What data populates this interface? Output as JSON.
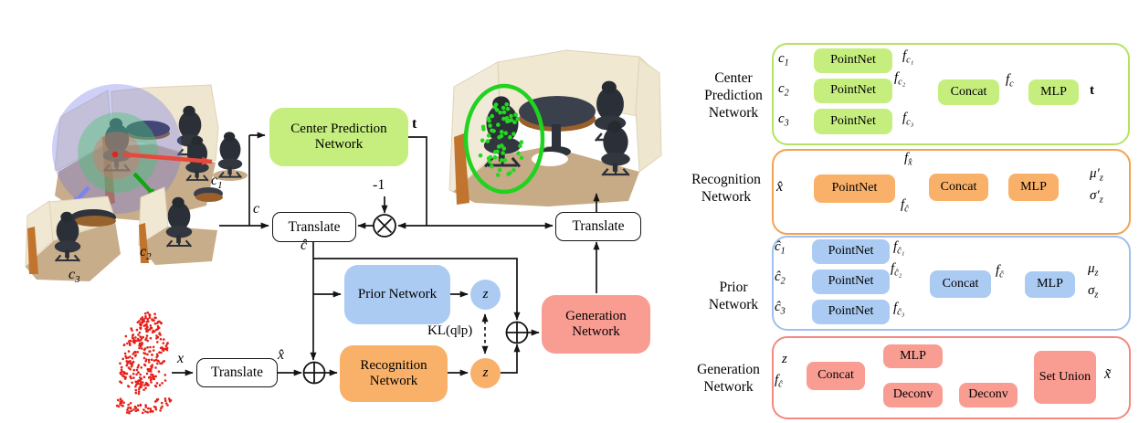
{
  "left": {
    "labels": {
      "c1": {
        "b": "c",
        "s": "1"
      },
      "c2": {
        "b": "c",
        "s": "2"
      },
      "c3": {
        "b": "c",
        "s": "3"
      },
      "x": {
        "b": "x"
      },
      "x_hat": {
        "b": "x̂"
      },
      "c": {
        "b": "c"
      },
      "c_hat": {
        "b": "ĉ"
      },
      "t": "t",
      "neg_one": "-1",
      "kl": "KL(q‖p)",
      "z": "z"
    },
    "boxes": {
      "center_prediction_lines": [
        "Center Prediction",
        "Network"
      ],
      "prior": "Prior Network",
      "recognition_lines": [
        "Recognition",
        "Network"
      ],
      "generation_lines": [
        "Generation",
        "Network"
      ]
    }
  },
  "blocks": {
    "pointnet": "PointNet",
    "concat": "Concat",
    "mlp": "MLP",
    "deconv": "Deconv",
    "set_union": "Set Union",
    "translate": "Translate"
  },
  "panels": [
    {
      "title_lines": [
        "Center",
        "Prediction",
        "Network"
      ],
      "inputs": [
        {
          "b": "c",
          "s": "1"
        },
        {
          "b": "c",
          "s": "2"
        },
        {
          "b": "c",
          "s": "3"
        }
      ],
      "feats": [
        {
          "b": "f",
          "s": "c₁"
        },
        {
          "b": "f",
          "s": "c₂"
        },
        {
          "b": "f",
          "s": "c₃"
        }
      ],
      "feat_out": {
        "b": "f",
        "s": "c"
      },
      "outputs": [
        {
          "b": "t"
        }
      ]
    },
    {
      "title_lines": [
        "Recognition",
        "Network"
      ],
      "input": {
        "b": "x̂"
      },
      "feat_top": {
        "b": "f",
        "s": "x̂"
      },
      "feat_side": {
        "b": "f",
        "s": "ĉ"
      },
      "outputs": [
        {
          "b": "μ′",
          "s": "z"
        },
        {
          "b": "σ′",
          "s": "z"
        }
      ]
    },
    {
      "title_lines": [
        "Prior",
        "Network"
      ],
      "inputs": [
        {
          "b": "ĉ",
          "s": "1"
        },
        {
          "b": "ĉ",
          "s": "2"
        },
        {
          "b": "ĉ",
          "s": "3"
        }
      ],
      "feats": [
        {
          "b": "f",
          "s": "ĉ₁"
        },
        {
          "b": "f",
          "s": "ĉ₂"
        },
        {
          "b": "f",
          "s": "ĉ₃"
        }
      ],
      "feat_out": {
        "b": "f",
        "s": "ĉ"
      },
      "outputs": [
        {
          "b": "μ",
          "s": "z"
        },
        {
          "b": "σ",
          "s": "z"
        }
      ]
    },
    {
      "title_lines": [
        "Generation",
        "Network"
      ],
      "inputs": [
        {
          "b": "z"
        },
        {
          "b": "f",
          "s": "ĉ"
        }
      ],
      "output": {
        "b": "x̃"
      }
    }
  ],
  "colors": {
    "green_fill": "#c5ee7e",
    "green_border": "#b5e361",
    "orange_fill": "#f9b169",
    "orange_border": "#f5a24e",
    "blue_fill": "#abcbf3",
    "blue_border": "#9fc0ec",
    "salmon_fill": "#f99d93",
    "salmon_border": "#f4897f",
    "line": "#141414",
    "highlight_green": "#1fd31f",
    "point_cloud_red": "#e52019",
    "arrow_red": "#e8473c",
    "arrow_blue": "#7a85ee",
    "arrow_green": "#17a317"
  }
}
